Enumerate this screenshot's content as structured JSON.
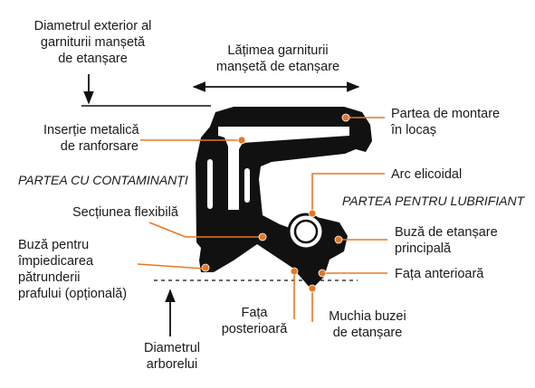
{
  "colors": {
    "seal_body": "#111111",
    "leader_lines": "#e87722",
    "text": "#1a1a1a",
    "background": "#ffffff",
    "spring_fill": "#ffffff"
  },
  "labels": {
    "outer_diameter": "Diametrul exterior al\ngarniturii manșetă\nde etanșare",
    "seal_width": "Lățimea garniturii\nmanșetă de etanșare",
    "metal_insert": "Inserție metalică\nde ranforsare",
    "mounting_part": "Partea de montare\nîn locaș",
    "contaminant_side": "PARTEA CU CONTAMINANȚI",
    "helical_spring": "Arc elicoidal",
    "lubricant_side": "PARTEA PENTRU LUBRIFIANT",
    "flexible_section": "Secțiunea flexibilă",
    "main_sealing_lip": "Buză de etanșare\nprincipală",
    "dust_lip": "Buză pentru\nîmpiedicarea\npătrunderii\nprafului (opțională)",
    "front_face": "Fața anterioară",
    "rear_face": "Fața\nposterioară",
    "lip_edge": "Muchia buzei\nde etanșare",
    "shaft_diameter": "Diametrul\narborelui"
  }
}
